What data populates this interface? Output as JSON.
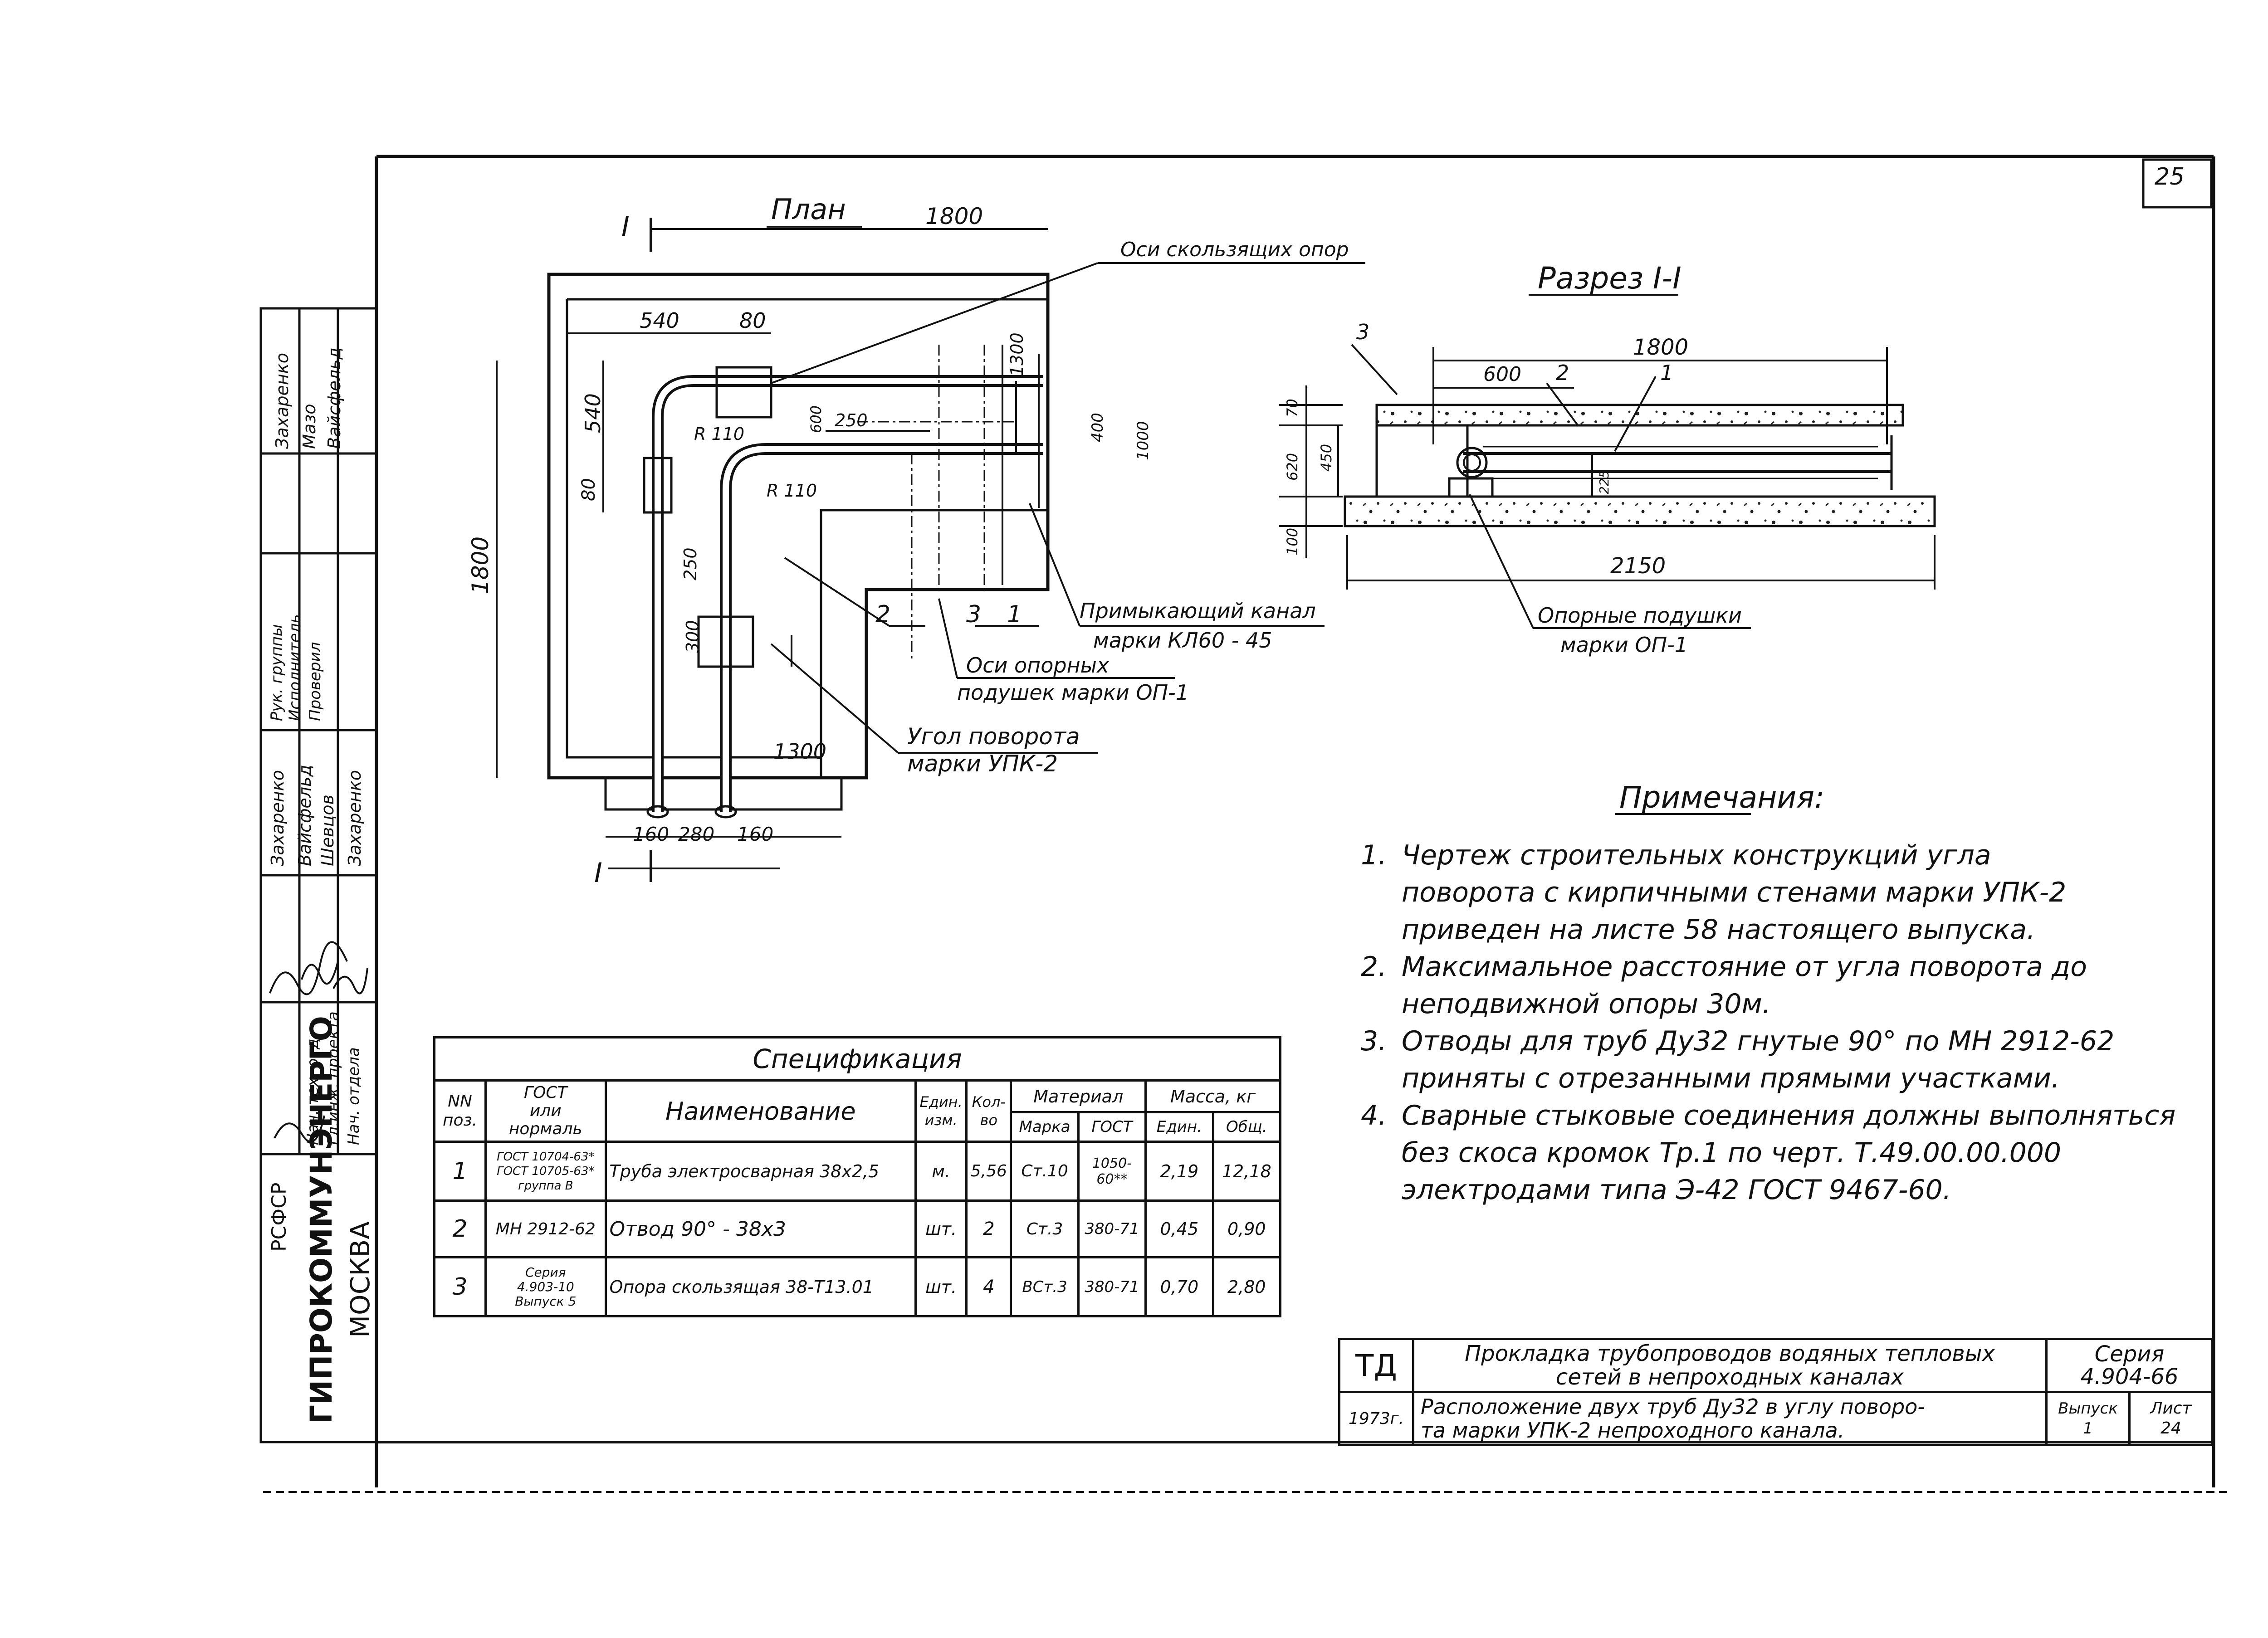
{
  "sheet_corner_number": "25",
  "plan": {
    "title": "План",
    "section_mark": "I",
    "dim_1800_top": "1800",
    "dim_540_top": "540",
    "dim_80_top": "80",
    "dim_1800_left": "1800",
    "dim_540_left": "540",
    "dim_80_left": "80",
    "dim_1300_right": "1300",
    "dim_1300_bottom": "1300",
    "dim_160_a": "160",
    "dim_280": "280",
    "dim_160_b": "160",
    "r110_a": "R 110",
    "r110_b": "R 110",
    "dim_250_a": "250",
    "dim_250_b": "250",
    "dim_300": "300",
    "dim_600": "600",
    "dim_400": "400",
    "dim_1000": "1000",
    "callout_sliding_supports": "Оси скользящих опор",
    "callout_adjacent_channel_1": "Примыкающий канал",
    "callout_adjacent_channel_2": "марки КЛ60 - 45",
    "callout_support_pads_1": "Оси опорных",
    "callout_support_pads_2": "подушек марки ОП-1",
    "callout_corner_1": "Угол поворота",
    "callout_corner_2": "марки УПК-2",
    "pos_2": "2",
    "pos_3": "3",
    "pos_1": "1"
  },
  "section": {
    "title": "Разрез I-I",
    "dim_1800": "1800",
    "dim_600": "600",
    "dim_2150": "2150",
    "dim_70": "70",
    "dim_620": "620",
    "dim_450": "450",
    "dim_100": "100",
    "dim_225": "225",
    "pos_3": "3",
    "pos_2": "2",
    "pos_1": "1",
    "callout_pads_1": "Опорные подушки",
    "callout_pads_2": "марки ОП-1"
  },
  "notes": {
    "title": "Примечания:",
    "items": [
      {
        "num": "1.",
        "lines": [
          "Чертеж строительных конструкций угла",
          "поворота с кирпичными стенами марки УПК-2",
          "приведен на листе    58       настоящего выпуска."
        ]
      },
      {
        "num": "2.",
        "lines": [
          "Максимальное расстояние от угла поворота до",
          "неподвижной опоры 30м."
        ]
      },
      {
        "num": "3.",
        "lines": [
          "Отводы для труб Ду32 гнутые 90° по МН 2912-62",
          "приняты с отрезанными прямыми участками."
        ]
      },
      {
        "num": "4.",
        "lines": [
          "Сварные стыковые соединения должны выполняться",
          "без скоса кромок Тр.1 по черт. Т.49.00.00.000",
          "электродами типа Э-42 ГОСТ 9467-60."
        ]
      }
    ]
  },
  "specification": {
    "title": "Спецификация",
    "headers": {
      "pos_1": "NN",
      "pos_2": "поз.",
      "gost_1": "ГОСТ",
      "gost_2": "или",
      "gost_3": "нормаль",
      "name": "Наименование",
      "unit_1": "Един.",
      "unit_2": "изм.",
      "qty_1": "Кол-",
      "qty_2": "во",
      "material": "Материал",
      "mat_grade": "Марка",
      "mat_gost": "ГОСТ",
      "mass": "Масса, кг",
      "mass_unit": "Един.",
      "mass_total": "Общ."
    },
    "rows": [
      {
        "pos": "1",
        "gost": [
          "ГОСТ 10704-63*",
          "ГОСТ 10705-63*",
          "группа В"
        ],
        "name": "Труба электросварная 38х2,5",
        "unit": "м.",
        "qty": "5,56",
        "grade": "Ст.10",
        "mgost": "1050-60**",
        "mass_unit": "2,19",
        "mass_total": "12,18"
      },
      {
        "pos": "2",
        "gost": [
          "МН 2912-62"
        ],
        "name": "Отвод 90° - 38х3",
        "unit": "шт.",
        "qty": "2",
        "grade": "Ст.3",
        "mgost": "380-71",
        "mass_unit": "0,45",
        "mass_total": "0,90"
      },
      {
        "pos": "3",
        "gost": [
          "Серия",
          "4.903-10",
          "Выпуск 5"
        ],
        "name": "Опора скользящая 38-Т13.01",
        "unit": "шт.",
        "qty": "4",
        "grade": "ВСт.3",
        "mgost": "380-71",
        "mass_unit": "0,70",
        "mass_total": "2,80"
      }
    ]
  },
  "title_block": {
    "td": "ТД",
    "year": "1973г.",
    "title_1": "Прокладка трубопроводов водяных тепловых",
    "title_2": "сетей в непроходных каналах",
    "subtitle_1": "Расположение двух труб Ду32 в углу поворо-",
    "subtitle_2": "та марки УПК-2 непроходного канала.",
    "series_label": "Серия",
    "series_value": "4.904-66",
    "issue_label": "Выпуск",
    "issue_value": "1",
    "sheet_label": "Лист",
    "sheet_value": "24"
  },
  "side_stamp": {
    "org_1": "РСФСР",
    "org_2": "ГИПРОКОММУНЭНЕРГО",
    "city": "МОСКВА",
    "roles": [
      "Нач. отдела",
      "Гл.инж. проекта",
      "Нач. тех. отд.",
      "Рук. группы",
      "Исполнитель",
      "Проверил"
    ],
    "names": [
      "Захаренко",
      "Вайсфельд",
      "Шевцов",
      "Захаренко"
    ],
    "top_names": [
      "Захаренко",
      "Мазо",
      "Вайсфельд"
    ]
  }
}
